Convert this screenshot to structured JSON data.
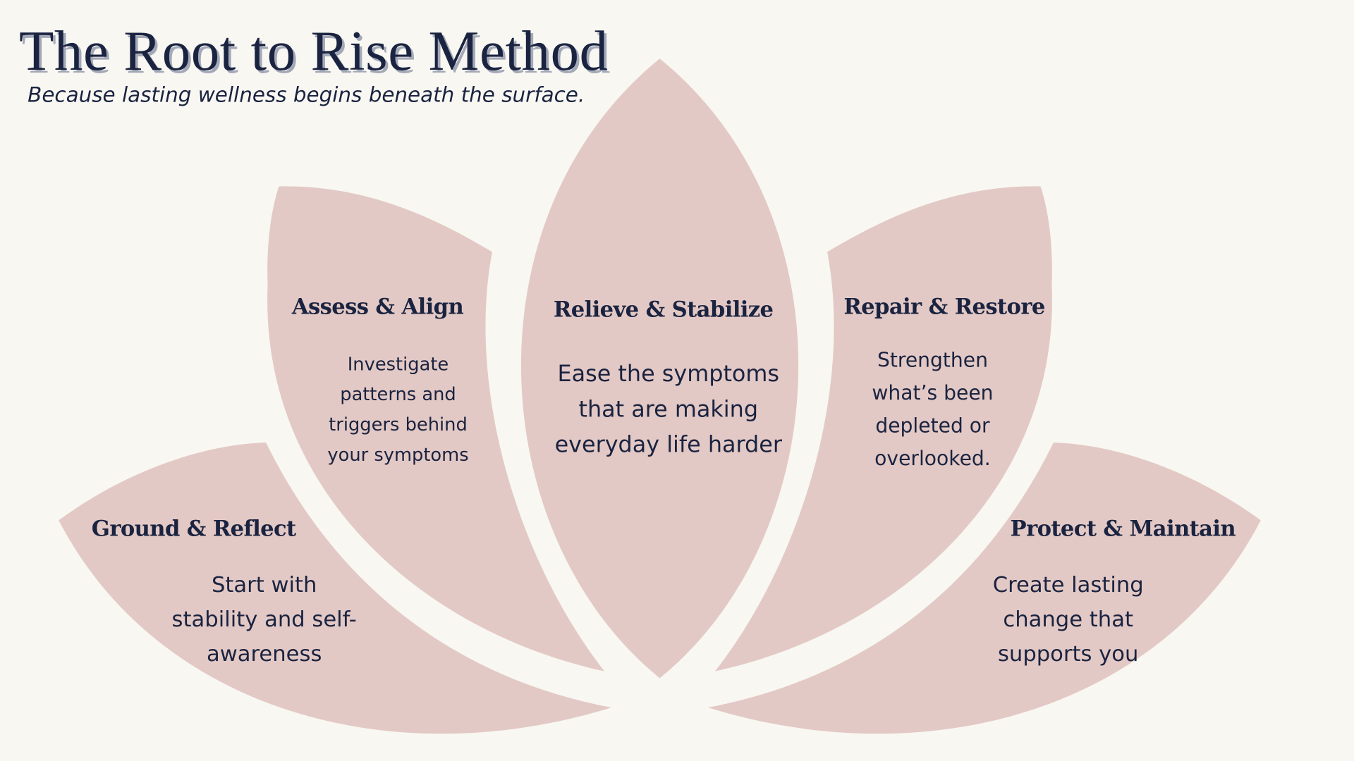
{
  "title": "The Root to Rise Method",
  "subtitle": "Because lasting wellness begins beneath the surface.",
  "colors": {
    "background": "#f8f7f2",
    "petal": "#e3c9c5",
    "text": "#1a2340"
  },
  "petals": [
    {
      "heading": "Ground & Reflect",
      "text": "Start with\nstability and self-\nawareness"
    },
    {
      "heading": "Assess & Align",
      "text": "Investigate\npatterns and\ntriggers behind\nyour symptoms"
    },
    {
      "heading": "Relieve & Stabilize",
      "text": "Ease the symptoms\nthat are making\neveryday life harder"
    },
    {
      "heading": "Repair & Restore",
      "text": "Strengthen\nwhat’s been\ndepleted or\noverlooked."
    },
    {
      "heading": "Protect & Maintain",
      "text": "Create lasting\nchange  that\nsupports you"
    }
  ]
}
